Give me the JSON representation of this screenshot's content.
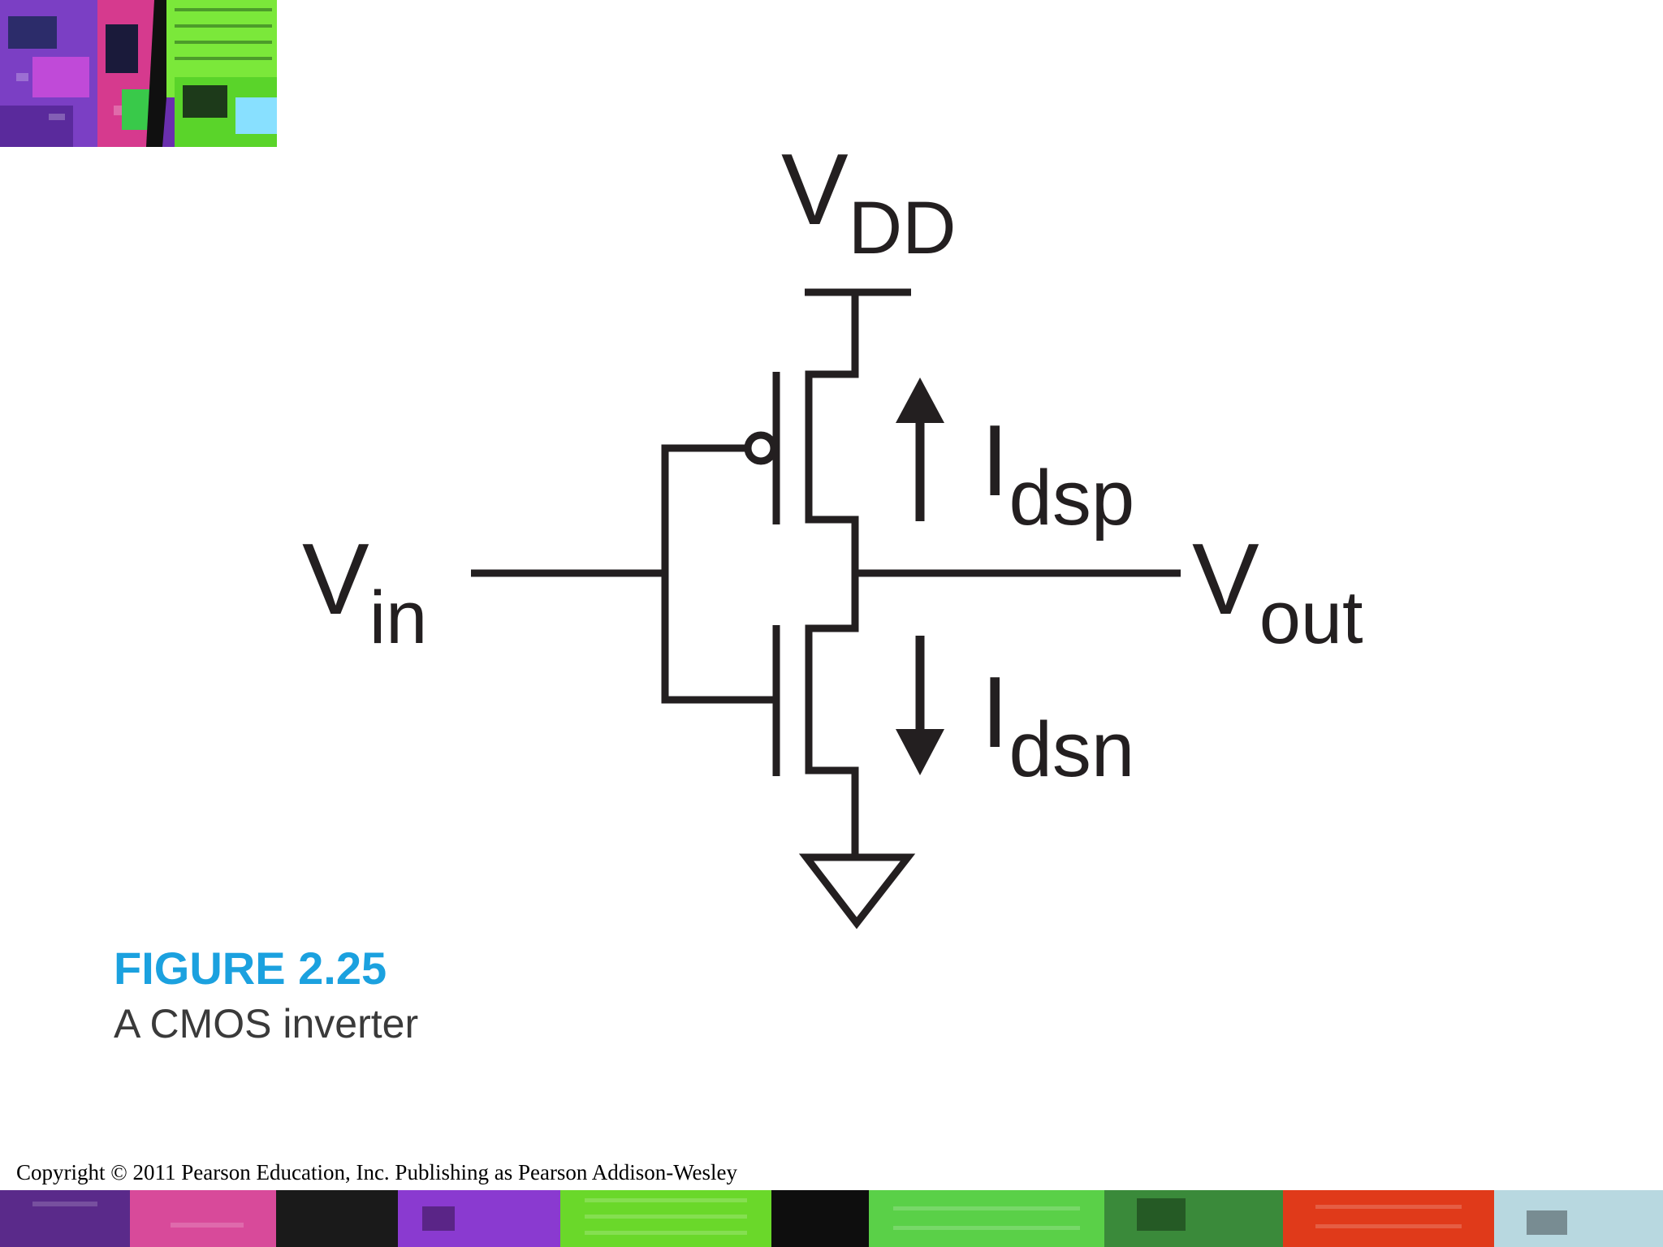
{
  "labels": {
    "vdd": {
      "main": "V",
      "sub": "DD"
    },
    "vin": {
      "main": "V",
      "sub": "in"
    },
    "vout": {
      "main": "V",
      "sub": "out"
    },
    "idsp": {
      "main": "I",
      "sub": "dsp"
    },
    "idsn": {
      "main": "I",
      "sub": "dsn"
    }
  },
  "caption": {
    "figure_number": "FIGURE 2.25",
    "title": "A CMOS inverter"
  },
  "footer": {
    "copyright": "Copyright © 2011 Pearson Education, Inc. Publishing as Pearson Addison-Wesley"
  },
  "colors": {
    "wire": "#231f20",
    "figure_number": "#1ba1df",
    "caption": "#3a3a3a"
  }
}
